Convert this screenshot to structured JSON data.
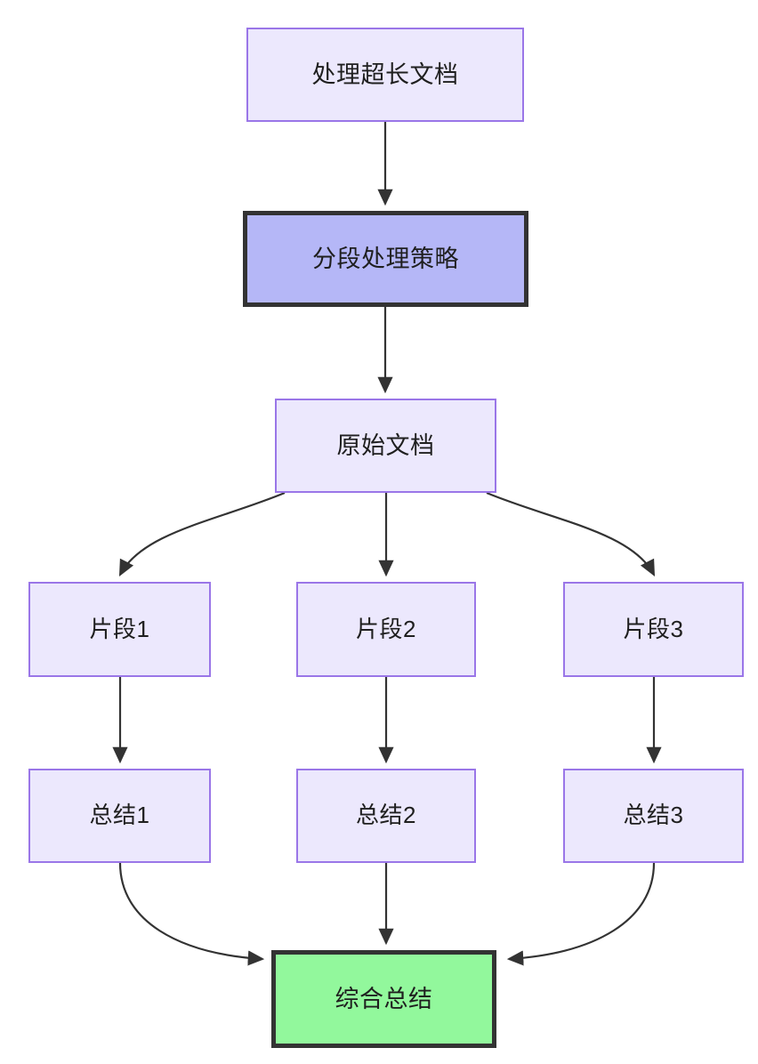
{
  "diagram": {
    "type": "flowchart",
    "direction": "top-down",
    "title": "处理超长文档",
    "background_color": "#ffffff",
    "palette": {
      "node_fill": "#ECE8FD",
      "node_border": "#9A76E8",
      "highlight_fill": "#B5B7F7",
      "highlight_border": "#333333",
      "result_fill": "#92F89C",
      "result_border": "#333333",
      "edge_color": "#333333",
      "text_color": "#1f1f1f"
    },
    "nodes": [
      {
        "id": "root",
        "label": "处理超长文档",
        "style": "plain"
      },
      {
        "id": "strategy",
        "label": "分段处理策略",
        "style": "highlight"
      },
      {
        "id": "source",
        "label": "原始文档",
        "style": "plain"
      },
      {
        "id": "chunk1",
        "label": "片段1",
        "style": "plain"
      },
      {
        "id": "chunk2",
        "label": "片段2",
        "style": "plain"
      },
      {
        "id": "chunk3",
        "label": "片段3",
        "style": "plain"
      },
      {
        "id": "summary1",
        "label": "总结1",
        "style": "plain"
      },
      {
        "id": "summary2",
        "label": "总结2",
        "style": "plain"
      },
      {
        "id": "summary3",
        "label": "总结3",
        "style": "plain"
      },
      {
        "id": "final",
        "label": "综合总结",
        "style": "result"
      }
    ],
    "edges": [
      {
        "from": "root",
        "to": "strategy",
        "label": ""
      },
      {
        "from": "strategy",
        "to": "source",
        "label": ""
      },
      {
        "from": "source",
        "to": "chunk1",
        "label": ""
      },
      {
        "from": "source",
        "to": "chunk2",
        "label": ""
      },
      {
        "from": "source",
        "to": "chunk3",
        "label": ""
      },
      {
        "from": "chunk1",
        "to": "summary1",
        "label": ""
      },
      {
        "from": "chunk2",
        "to": "summary2",
        "label": ""
      },
      {
        "from": "chunk3",
        "to": "summary3",
        "label": ""
      },
      {
        "from": "summary1",
        "to": "final",
        "label": ""
      },
      {
        "from": "summary2",
        "to": "final",
        "label": ""
      },
      {
        "from": "summary3",
        "to": "final",
        "label": ""
      }
    ]
  }
}
